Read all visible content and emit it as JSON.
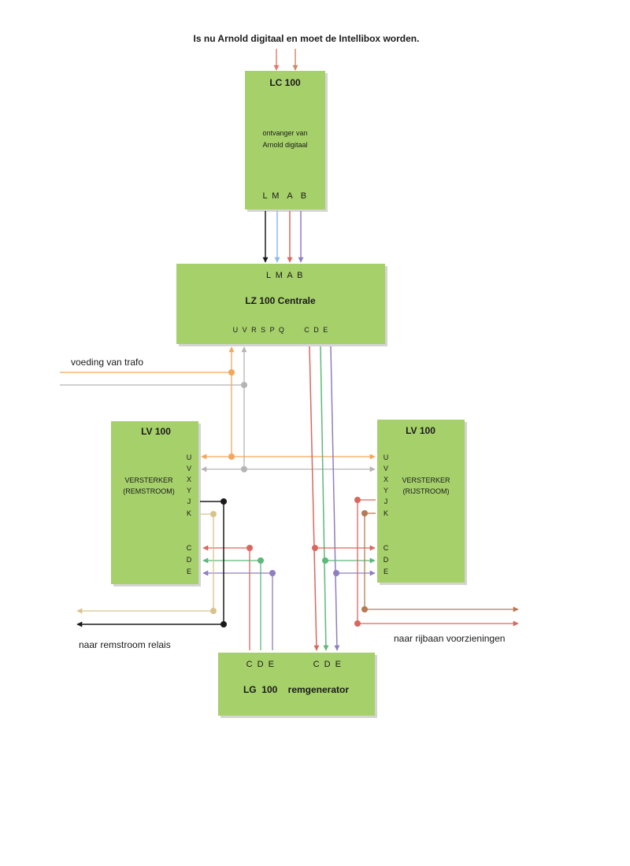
{
  "header": "Is nu Arnold digitaal en moet de Intellibox worden.",
  "colors": {
    "box": "#a6d06a",
    "L_black": "#1a1a1a",
    "M_blue": "#8fb8ea",
    "A_red": "#d9675e",
    "B_purple": "#8f7ec0",
    "U_orange": "#f4a65a",
    "V_grey": "#b4b4b4",
    "C_red": "#d9675e",
    "D_green": "#5db87a",
    "E_purple": "#8f7ec0",
    "J_black": "#1a1a1a",
    "K_tan": "#d9c38c",
    "K_brown": "#b87a55",
    "input_arrow_red": "#e07a66",
    "input_arrow_brown": "#cc8a66"
  },
  "lc100": {
    "title": "LC 100",
    "desc_line1": "ontvanger van",
    "desc_line2": "Arnold digitaal",
    "ports": "L M  A  B"
  },
  "lz100": {
    "ports_top": "L M A B",
    "title": "LZ 100 Centrale",
    "ports_left": "U V R S P Q",
    "ports_right": "C D E"
  },
  "lv100_left": {
    "title": "LV 100",
    "desc_line1": "VERSTERKER",
    "desc_line2": "(REMSTROOM)",
    "ports_top": [
      "U",
      "V",
      "X",
      "Y",
      "J",
      "K"
    ],
    "ports_bottom": [
      "C",
      "D",
      "E"
    ]
  },
  "lv100_right": {
    "title": "LV 100",
    "desc_line1": "VERSTERKER",
    "desc_line2": "(RIJSTROOM)",
    "ports_top": [
      "U",
      "V",
      "X",
      "Y",
      "J",
      "K"
    ],
    "ports_bottom": [
      "C",
      "D",
      "E"
    ]
  },
  "lg100": {
    "ports_left": "C D E",
    "ports_right": "C D E",
    "title": "LG  100    remgenerator"
  },
  "labels": {
    "voeding": "voeding van trafo",
    "remstroom": "naar remstroom relais",
    "rijbaan": "naar rijbaan voorzieningen"
  }
}
